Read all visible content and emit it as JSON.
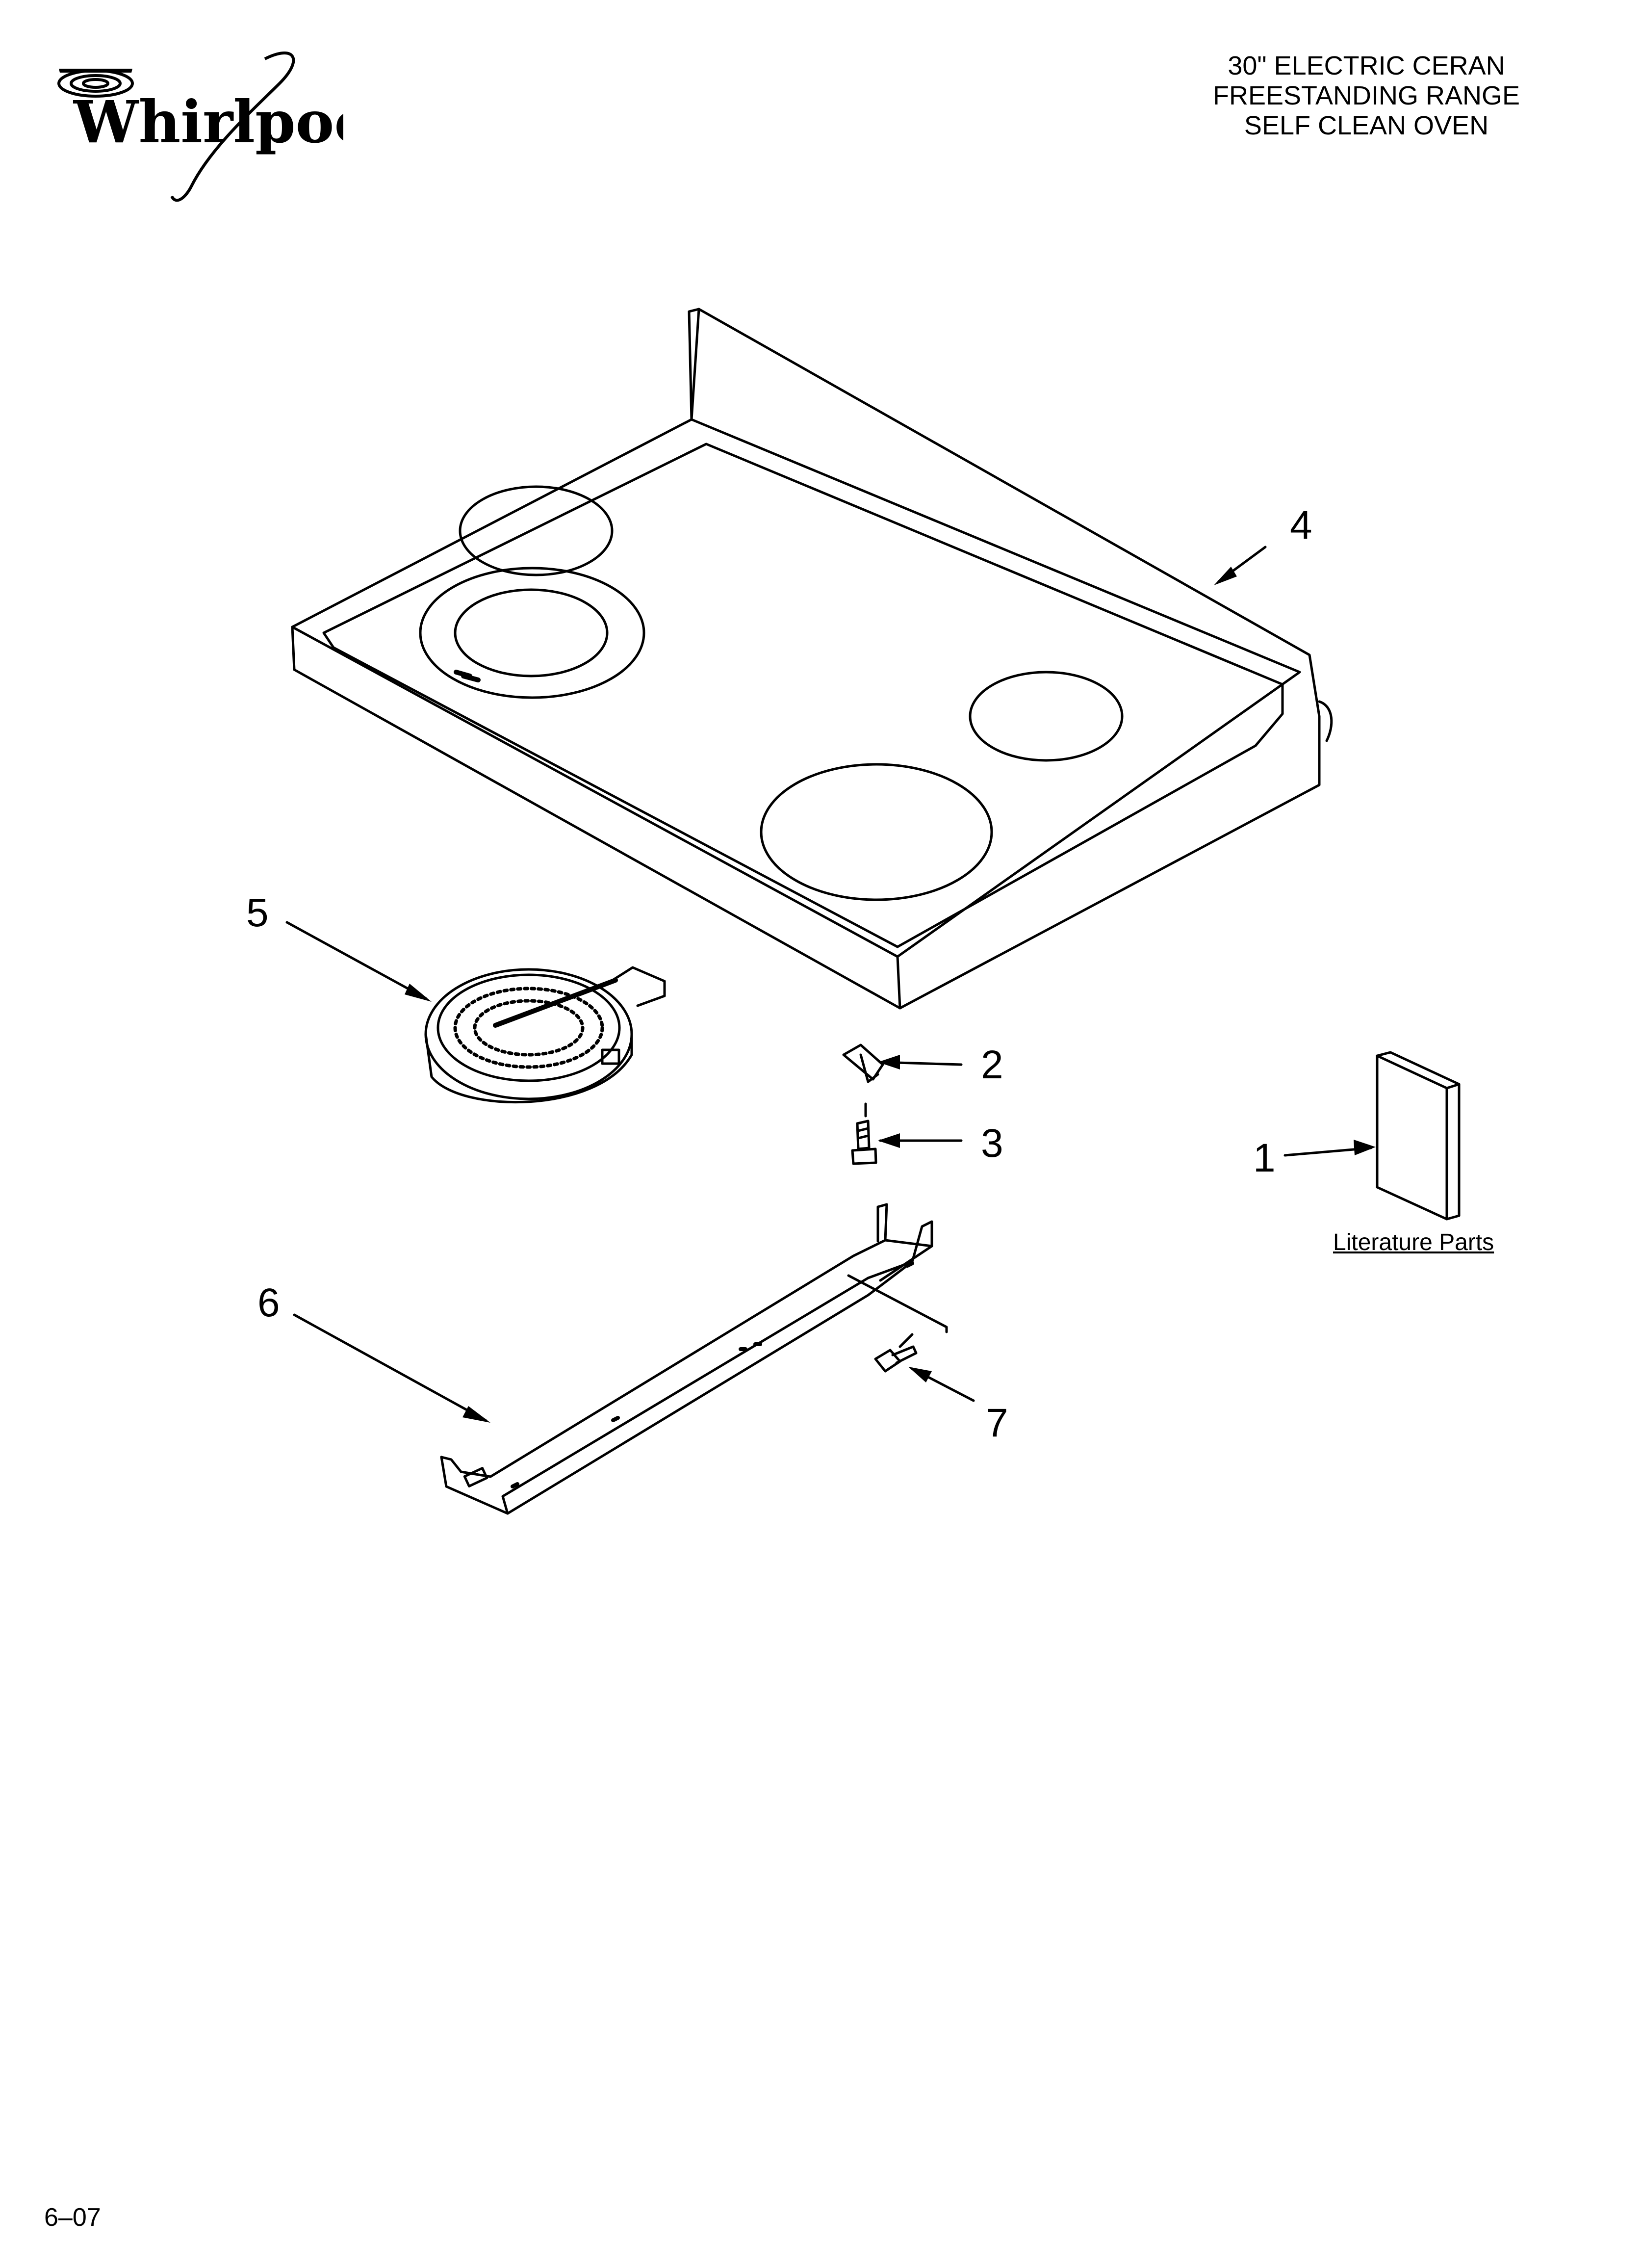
{
  "brand": {
    "name": "Whirlpool"
  },
  "product": {
    "lines": [
      "30\" ELECTRIC CERAN",
      "FREESTANDING RANGE",
      "SELF CLEAN OVEN"
    ]
  },
  "callouts": {
    "p1": "1",
    "p2": "2",
    "p3": "3",
    "p4": "4",
    "p5": "5",
    "p6": "6",
    "p7": "7"
  },
  "literature_label": "Literature Parts",
  "footer": {
    "code": "6–07"
  }
}
